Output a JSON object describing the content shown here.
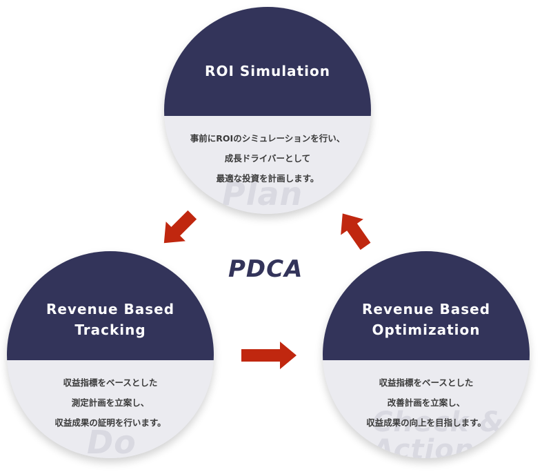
{
  "center_label": "PDCA",
  "colors": {
    "navy": "#33345a",
    "light": "#ebebf0",
    "arrow": "#c0270f",
    "watermark": "#d9d9e1"
  },
  "stages": {
    "plan": {
      "title": [
        "ROI Simulation"
      ],
      "description": [
        "事前にROIのシミュレーションを行い、",
        "成長ドライバーとして",
        "最適な投資を計画します。"
      ],
      "watermark": [
        "Plan"
      ]
    },
    "do": {
      "title": [
        "Revenue Based",
        "Tracking"
      ],
      "description": [
        "収益指標をベースとした",
        "測定計画を立案し、",
        "収益成果の証明を行います。"
      ],
      "watermark": [
        "Do"
      ]
    },
    "check_action": {
      "title": [
        "Revenue Based",
        "Optimization"
      ],
      "description": [
        "収益指標をベースとした",
        "改善計画を立案し、",
        "収益成果の向上を目指します。"
      ],
      "watermark": [
        "Check &",
        "Action"
      ]
    }
  }
}
